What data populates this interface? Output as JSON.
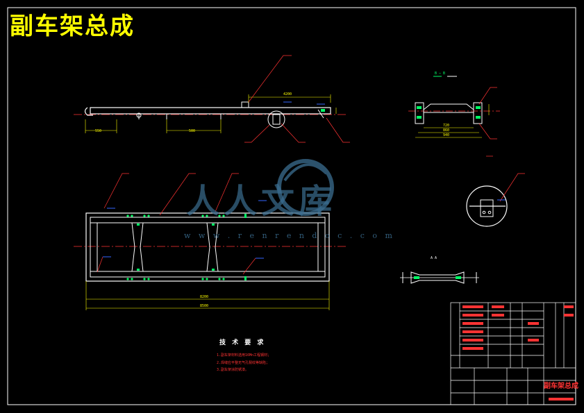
{
  "drawing": {
    "title": "副车架总成",
    "section_label": "B — B",
    "view_label": "A A",
    "watermark_cn": "人人文库",
    "watermark_url": "w w w . r e n r e n d o c . c o m",
    "tech_title": "技 术 要 求",
    "requirements": [
      "1.副车架材料选用16Mn工程钢材；",
      "2.焊缝应平整无气孔裂纹等缺陷；",
      "3.副车架涂防锈漆。"
    ],
    "dim_top_1": "4200",
    "dim_left": "550",
    "dim_mid": "500",
    "dim_bottom_1": "8200",
    "dim_bottom_2": "8500",
    "dim_sec_1": "720",
    "dim_sec_2": "860",
    "dim_sec_3": "940",
    "tb_title": "副车架总成"
  },
  "colors": {
    "background": "#000000",
    "lines": "#ffffff",
    "centerline": "#ff3333",
    "leader": "#ff3333",
    "dimension": "#ffff00",
    "accent_blue": "#3366ff",
    "accent_green": "#00ff66",
    "title": "#ffff00"
  }
}
